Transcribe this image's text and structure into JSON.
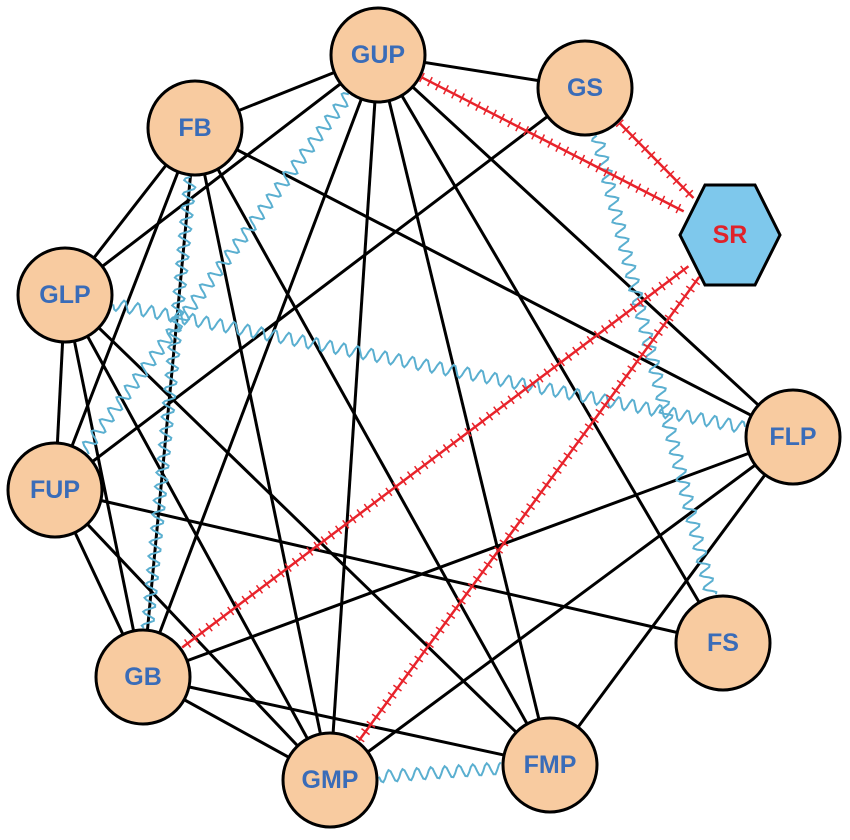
{
  "colors": {
    "node_fill": "#F8CBA0",
    "node_stroke": "#000000",
    "node_label": "#3A6CB8",
    "hub_fill": "#7EC8EC",
    "hub_label": "#E0222A",
    "plain_edge": "#000000",
    "wavy_edge": "#5AAFD0",
    "barred_edge": "#E8232B"
  },
  "nodes": [
    {
      "id": "GUP",
      "label": "GUP",
      "shape": "circle"
    },
    {
      "id": "GS",
      "label": "GS",
      "shape": "circle"
    },
    {
      "id": "FB",
      "label": "FB",
      "shape": "circle"
    },
    {
      "id": "SR",
      "label": "SR",
      "shape": "hexagon"
    },
    {
      "id": "GLP",
      "label": "GLP",
      "shape": "circle"
    },
    {
      "id": "FLP",
      "label": "FLP",
      "shape": "circle"
    },
    {
      "id": "FUP",
      "label": "FUP",
      "shape": "circle"
    },
    {
      "id": "FS",
      "label": "FS",
      "shape": "circle"
    },
    {
      "id": "GB",
      "label": "GB",
      "shape": "circle"
    },
    {
      "id": "GMP",
      "label": "GMP",
      "shape": "circle"
    },
    {
      "id": "FMP",
      "label": "FMP",
      "shape": "circle"
    }
  ],
  "edges": [
    {
      "from": "GUP",
      "to": "GS",
      "style": "plain"
    },
    {
      "from": "GUP",
      "to": "FB",
      "style": "plain"
    },
    {
      "from": "GUP",
      "to": "GLP",
      "style": "plain"
    },
    {
      "from": "GUP",
      "to": "GB",
      "style": "plain"
    },
    {
      "from": "GUP",
      "to": "GMP",
      "style": "plain"
    },
    {
      "from": "GUP",
      "to": "FMP",
      "style": "plain"
    },
    {
      "from": "GUP",
      "to": "FS",
      "style": "plain"
    },
    {
      "from": "GUP",
      "to": "FLP",
      "style": "plain"
    },
    {
      "from": "GS",
      "to": "FUP",
      "style": "plain"
    },
    {
      "from": "FB",
      "to": "GLP",
      "style": "plain"
    },
    {
      "from": "FB",
      "to": "FUP",
      "style": "plain"
    },
    {
      "from": "FB",
      "to": "GB",
      "style": "plain"
    },
    {
      "from": "FB",
      "to": "GMP",
      "style": "plain"
    },
    {
      "from": "FB",
      "to": "FMP",
      "style": "plain"
    },
    {
      "from": "FB",
      "to": "FLP",
      "style": "plain"
    },
    {
      "from": "GLP",
      "to": "FUP",
      "style": "plain"
    },
    {
      "from": "GLP",
      "to": "GB",
      "style": "plain"
    },
    {
      "from": "GLP",
      "to": "GMP",
      "style": "plain"
    },
    {
      "from": "GLP",
      "to": "FMP",
      "style": "plain"
    },
    {
      "from": "FUP",
      "to": "GB",
      "style": "plain"
    },
    {
      "from": "FUP",
      "to": "GMP",
      "style": "plain"
    },
    {
      "from": "FUP",
      "to": "FS",
      "style": "plain"
    },
    {
      "from": "GB",
      "to": "GMP",
      "style": "plain"
    },
    {
      "from": "GB",
      "to": "FMP",
      "style": "plain"
    },
    {
      "from": "GB",
      "to": "FLP",
      "style": "plain"
    },
    {
      "from": "GMP",
      "to": "FLP",
      "style": "plain"
    },
    {
      "from": "FMP",
      "to": "FLP",
      "style": "plain"
    },
    {
      "from": "GUP",
      "to": "FUP",
      "style": "wavy"
    },
    {
      "from": "FB",
      "to": "GB",
      "style": "wavy"
    },
    {
      "from": "GLP",
      "to": "FLP",
      "style": "wavy"
    },
    {
      "from": "GS",
      "to": "FS",
      "style": "wavy"
    },
    {
      "from": "GMP",
      "to": "FMP",
      "style": "wavy"
    },
    {
      "from": "SR",
      "to": "GUP",
      "style": "barred"
    },
    {
      "from": "SR",
      "to": "GS",
      "style": "barred"
    },
    {
      "from": "SR",
      "to": "GB",
      "style": "barred"
    },
    {
      "from": "SR",
      "to": "GMP",
      "style": "barred"
    }
  ]
}
